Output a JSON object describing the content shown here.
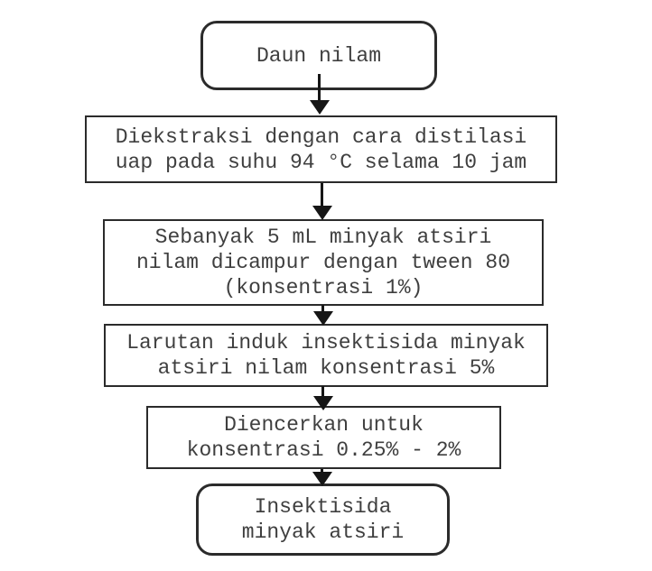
{
  "diagram": {
    "type": "flowchart",
    "language": "Indonesian",
    "colors": {
      "border": "#2b2b2b",
      "text": "#3f3f3f",
      "arrow": "#161616",
      "background": "#ffffff"
    },
    "nodes": [
      {
        "id": "daun-nilam",
        "shape": "rounded-terminal",
        "lines": [
          "Daun nilam"
        ]
      },
      {
        "id": "ekstraksi",
        "shape": "rectangle",
        "lines": [
          "Diekstraksi dengan cara distilasi",
          "uap pada suhu 94 °C selama 10 jam"
        ]
      },
      {
        "id": "pencampuran",
        "shape": "rectangle",
        "lines": [
          "Sebanyak 5 mL minyak atsiri",
          "nilam dicampur dengan tween 80",
          "(konsentrasi 1%)"
        ]
      },
      {
        "id": "larutan-induk",
        "shape": "rectangle",
        "lines": [
          "Larutan induk insektisida minyak",
          "atsiri nilam konsentrasi 5%"
        ]
      },
      {
        "id": "pengenceran",
        "shape": "rectangle",
        "lines": [
          "Diencerkan untuk",
          "konsentrasi 0.25% - 2%"
        ]
      },
      {
        "id": "insektisida",
        "shape": "rounded-terminal",
        "lines": [
          "Insektisida",
          "minyak atsiri"
        ]
      }
    ],
    "connectors": [
      {
        "from": "daun-nilam",
        "to": "ekstraksi",
        "style": "arrow-down"
      },
      {
        "from": "ekstraksi",
        "to": "pencampuran",
        "style": "arrow-down"
      },
      {
        "from": "pencampuran",
        "to": "larutan-induk",
        "style": "arrow-down"
      },
      {
        "from": "larutan-induk",
        "to": "pengenceran",
        "style": "arrow-down"
      },
      {
        "from": "pengenceran",
        "to": "insektisida",
        "style": "arrow-down"
      }
    ]
  }
}
